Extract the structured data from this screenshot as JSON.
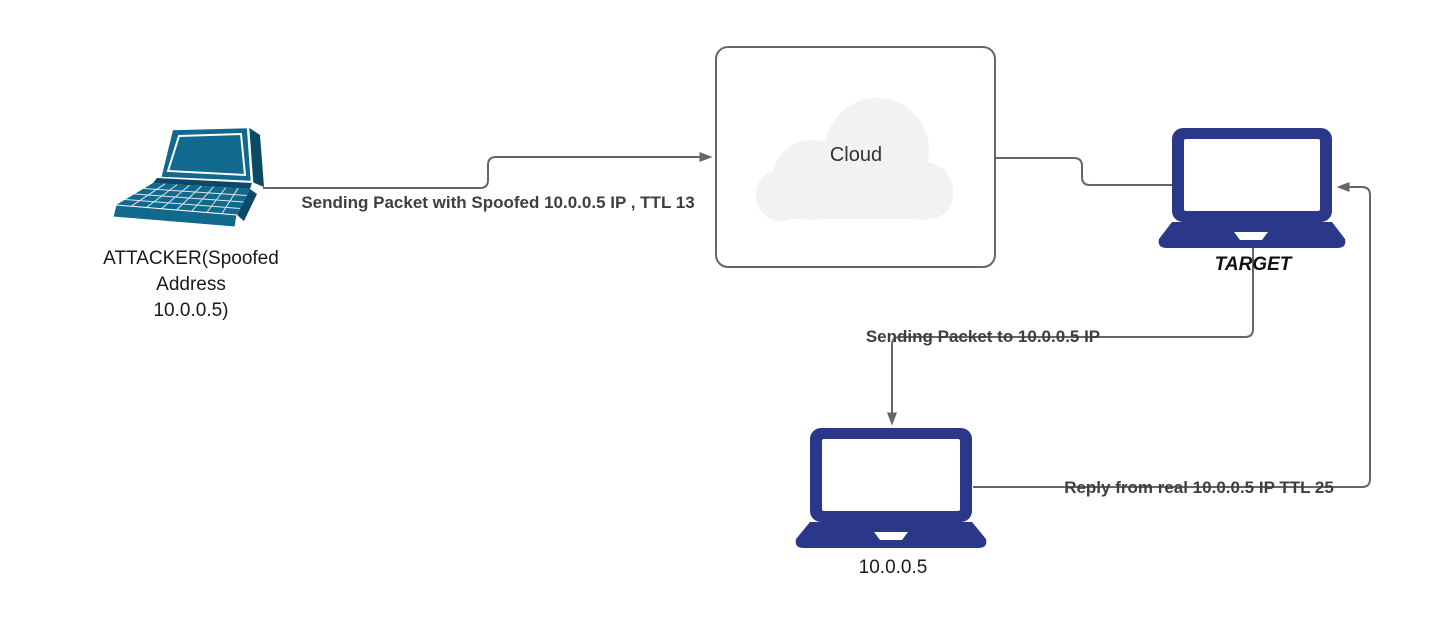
{
  "diagram": {
    "nodes": {
      "attacker": {
        "label": "ATTACKER(Spoofed\nAddress\n10.0.0.5)"
      },
      "cloud": {
        "label": "Cloud"
      },
      "target": {
        "label": "TARGET"
      },
      "real_host": {
        "label": "10.0.0.5"
      }
    },
    "edges": {
      "attacker_to_cloud": {
        "label": "Sending Packet with Spoofed 10.0.0.5 IP , TTL 13",
        "arrow": "into-cloud-right"
      },
      "cloud_to_target": {
        "label": "",
        "arrow": "none"
      },
      "target_to_real_host": {
        "label": "Sending Packet to 10.0.0.5 IP",
        "arrow": "down-into-real-host"
      },
      "real_host_to_target": {
        "label": "Reply from real 10.0.0.5 IP TTL 25",
        "arrow": "left-into-target"
      }
    },
    "colors": {
      "edge_stroke": "#666666",
      "attacker_laptop_fill": "#11698e",
      "attacker_laptop_dark": "#0a4a66",
      "navy_laptop_fill": "#2b388a",
      "laptop_screen_fill": "#ffffff",
      "cloud_box_fill": "#ffffff",
      "cloud_box_border": "#666666",
      "cloud_shape_fill": "#f2f2f2"
    }
  }
}
